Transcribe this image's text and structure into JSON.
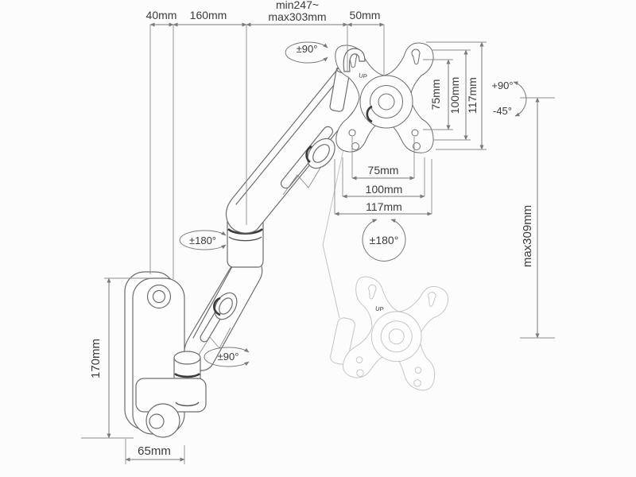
{
  "diagram": {
    "subject": "gas-spring-monitor-wall-mount-dimension-drawing",
    "line_color": "#6d6d6d",
    "dim_color": "#7a7a7a",
    "ghost_color": "#c3c3c3",
    "background": "#fcfcfc"
  },
  "dims": {
    "top_40": "40mm",
    "top_160": "160mm",
    "top_minmax_line1": "min247~",
    "top_minmax_line2": "max303mm",
    "top_50": "50mm",
    "vesa_v_75": "75mm",
    "vesa_v_100": "100mm",
    "vesa_v_117": "117mm",
    "vesa_h_75": "75mm",
    "vesa_h_100": "100mm",
    "vesa_h_117": "117mm",
    "height_max": "max309mm",
    "plate_height": "170mm",
    "plate_width": "65mm"
  },
  "angles": {
    "head_swivel": "±90°",
    "tilt_up": "+90°",
    "tilt_down": "-45°",
    "vesa_rotation": "±180°",
    "elbow_rotation": "±180°",
    "base_swivel": "±90°"
  },
  "markings": {
    "up": "UP"
  }
}
